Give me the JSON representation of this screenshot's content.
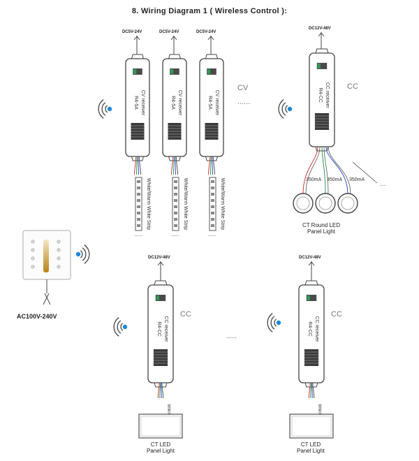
{
  "title": "8. Wiring Diagram 1 ( Wireless Control ):",
  "labels": {
    "dc_5_24": "DC5V-24V",
    "dc_12_48": "DC12V-48V",
    "ac_input": "AC100V-240V",
    "cv": "CV",
    "cc": "CC",
    "continuation": "......",
    "current_350": "350mA"
  },
  "receivers": {
    "cv_line1": "CV receiver",
    "cv_line2": "R4-5A",
    "cc_line1": "CC receiver",
    "cc_line2": "R4-CC"
  },
  "loads": {
    "strip": "White/Warm White Strip",
    "round_panel": [
      "CT Round LED",
      "Panel Light"
    ],
    "panel": [
      "CT LED",
      "Panel Light"
    ]
  },
  "colors": {
    "outline": "#444444",
    "wire_red": "#d23c3c",
    "wire_green": "#2e9a55",
    "wire_blue": "#3557c8",
    "signal_dot": "#1f88d8",
    "dimmer_gradient_top": "#f6e7c4",
    "dimmer_gradient_bottom": "#b88418"
  },
  "icons": [
    "wireless-signal-icon",
    "wall-dimmer-panel",
    "terminal-block",
    "led-strip",
    "round-panel-light",
    "square-panel-light"
  ]
}
